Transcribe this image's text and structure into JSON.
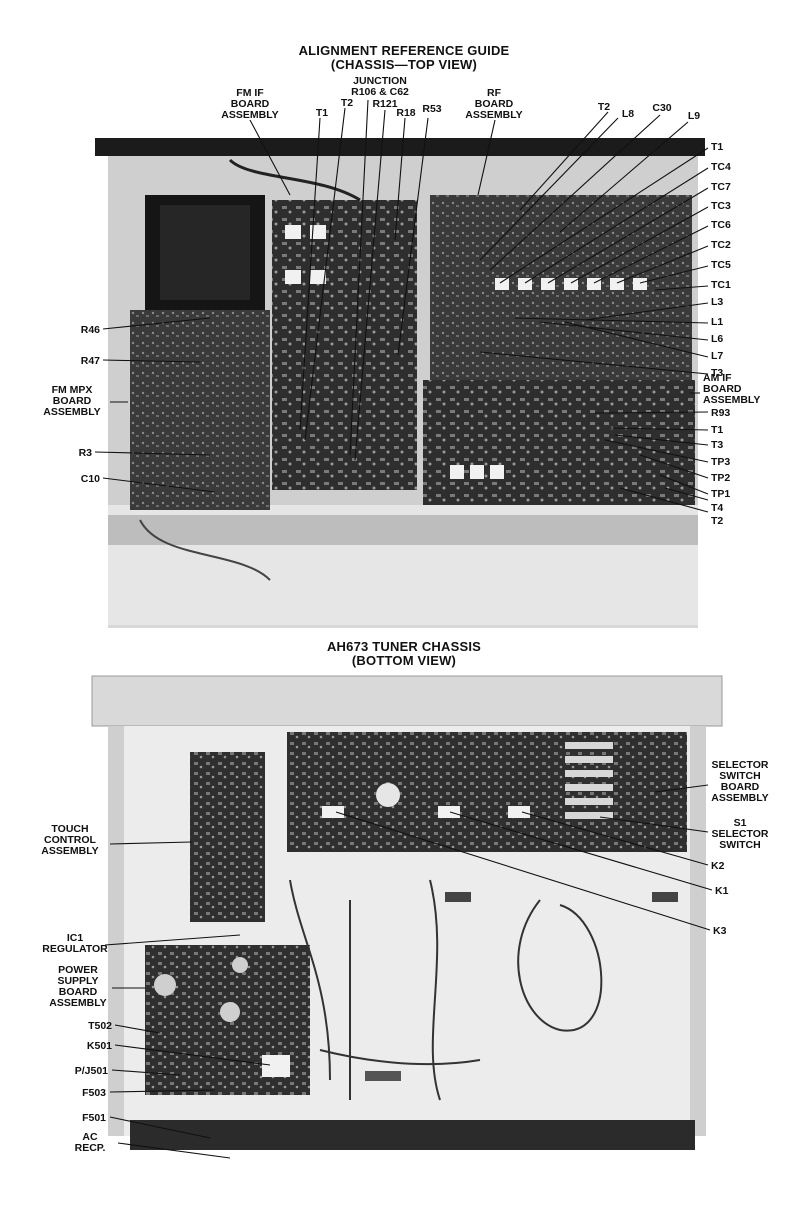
{
  "top_view": {
    "title_line1": "ALIGNMENT REFERENCE GUIDE",
    "title_line2": "(CHASSIS—TOP VIEW)",
    "labels": {
      "fm_if_board_1": "FM IF",
      "fm_if_board_2": "BOARD",
      "fm_if_board_3": "ASSEMBLY",
      "t1_top": "T1",
      "t2_top": "T2",
      "junction_1": "JUNCTION",
      "junction_2": "R106 & C62",
      "r121": "R121",
      "r18": "R18",
      "r53": "R53",
      "rf_board_1": "RF",
      "rf_board_2": "BOARD",
      "rf_board_3": "ASSEMBLY",
      "t2_rf": "T2",
      "l8": "L8",
      "c30": "C30",
      "l9": "L9",
      "t1_rf": "T1",
      "tc4": "TC4",
      "tc7": "TC7",
      "tc3": "TC3",
      "tc6": "TC6",
      "tc2": "TC2",
      "tc5": "TC5",
      "tc1": "TC1",
      "l3": "L3",
      "l1": "L1",
      "l6": "L6",
      "l7": "L7",
      "t3_rf": "T3",
      "am_if_1": "AM IF",
      "am_if_2": "BOARD",
      "am_if_3": "ASSEMBLY",
      "r93": "R93",
      "t1_am": "T1",
      "t3_am": "T3",
      "tp3": "TP3",
      "tp2": "TP2",
      "tp1": "TP1",
      "t4": "T4",
      "t2_am": "T2",
      "r46": "R46",
      "r47": "R47",
      "fm_mpx_1": "FM MPX",
      "fm_mpx_2": "BOARD",
      "fm_mpx_3": "ASSEMBLY",
      "r3": "R3",
      "c10": "C10"
    }
  },
  "bottom_view": {
    "title_line1": "AH673 TUNER CHASSIS",
    "title_line2": "(BOTTOM VIEW)",
    "labels": {
      "selector_board_1": "SELECTOR",
      "selector_board_2": "SWITCH",
      "selector_board_3": "BOARD",
      "selector_board_4": "ASSEMBLY",
      "s1_1": "S1",
      "s1_2": "SELECTOR",
      "s1_3": "SWITCH",
      "k2": "K2",
      "k1": "K1",
      "k3": "K3",
      "touch_1": "TOUCH",
      "touch_2": "CONTROL",
      "touch_3": "ASSEMBLY",
      "ic1_1": "IC1",
      "ic1_2": "REGULATOR",
      "psu_1": "POWER",
      "psu_2": "SUPPLY",
      "psu_3": "BOARD",
      "psu_4": "ASSEMBLY",
      "t502": "T502",
      "k501": "K501",
      "pj501": "P/J501",
      "f503": "F503",
      "f501": "F501",
      "ac_1": "AC",
      "ac_2": "RECP."
    }
  },
  "colors": {
    "ink": "#111111",
    "board": "#2b2b2b",
    "chassis": "#dcdcdc",
    "pale": "#efefef"
  }
}
